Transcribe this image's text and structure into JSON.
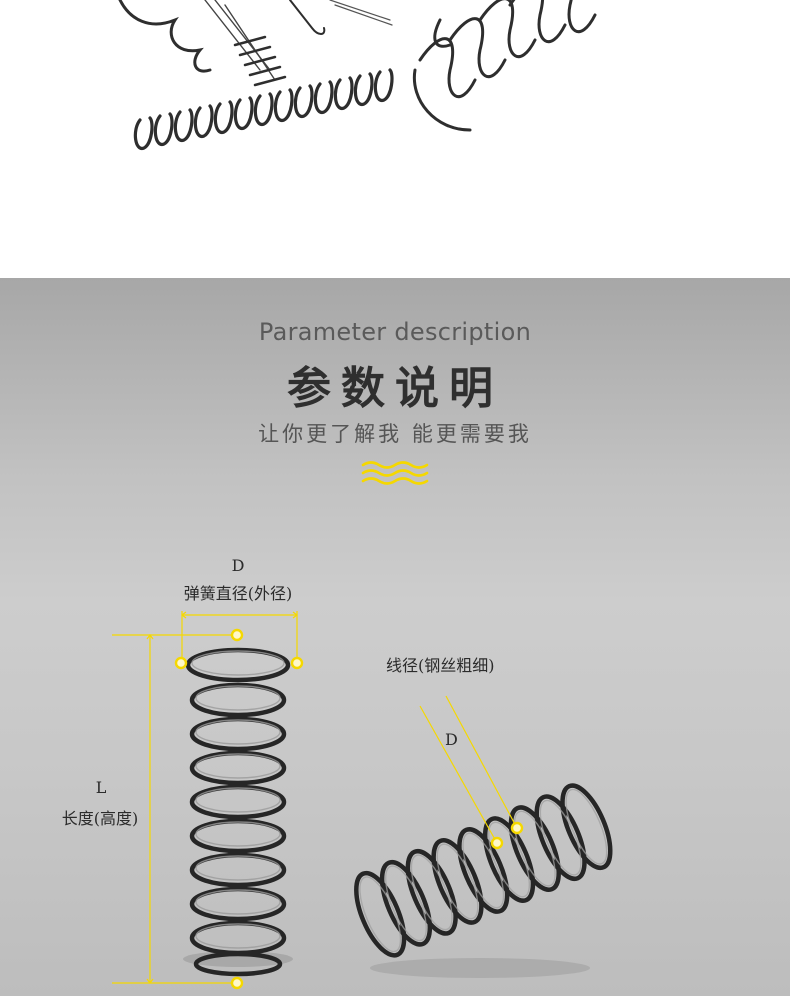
{
  "param_section": {
    "en_title": "Parameter description",
    "cn_title": "参数说明",
    "cn_subtitle": "让你更了解我 能更需要我"
  },
  "diagram": {
    "outer_diameter_symbol": "D",
    "outer_diameter_label": "弹簧直径(外径)",
    "length_symbol": "L",
    "length_label": "长度(高度)",
    "wire_label": "线径(钢丝粗细)",
    "wire_symbol": "D"
  },
  "colors": {
    "accent_yellow": "#f5d800",
    "spring_metal": "#2b2b2b",
    "section_bg": "#c7c7c7",
    "title_text": "#2f2f2f"
  }
}
